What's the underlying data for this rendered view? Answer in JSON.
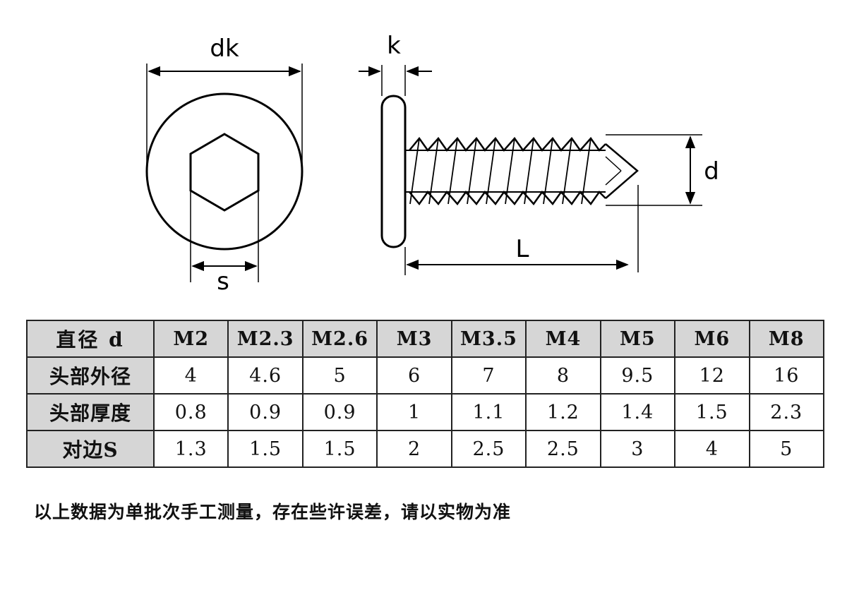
{
  "diagram": {
    "labels": {
      "dk": "dk",
      "s": "s",
      "k": "k",
      "d": "d",
      "L": "L"
    }
  },
  "table": {
    "header": [
      "直径 d",
      "M2",
      "M2.3",
      "M2.6",
      "M3",
      "M3.5",
      "M4",
      "M5",
      "M6",
      "M8"
    ],
    "rows": [
      {
        "label": "头部外径",
        "values": [
          "4",
          "4.6",
          "5",
          "6",
          "7",
          "8",
          "9.5",
          "12",
          "16"
        ]
      },
      {
        "label": "头部厚度",
        "values": [
          "0.8",
          "0.9",
          "0.9",
          "1",
          "1.1",
          "1.2",
          "1.4",
          "1.5",
          "2.3"
        ]
      },
      {
        "label": "对边S",
        "values": [
          "1.3",
          "1.5",
          "1.5",
          "2",
          "2.5",
          "2.5",
          "3",
          "4",
          "5"
        ]
      }
    ]
  },
  "note": "以上数据为单批次手工测量，存在些许误差，请以实物为准"
}
